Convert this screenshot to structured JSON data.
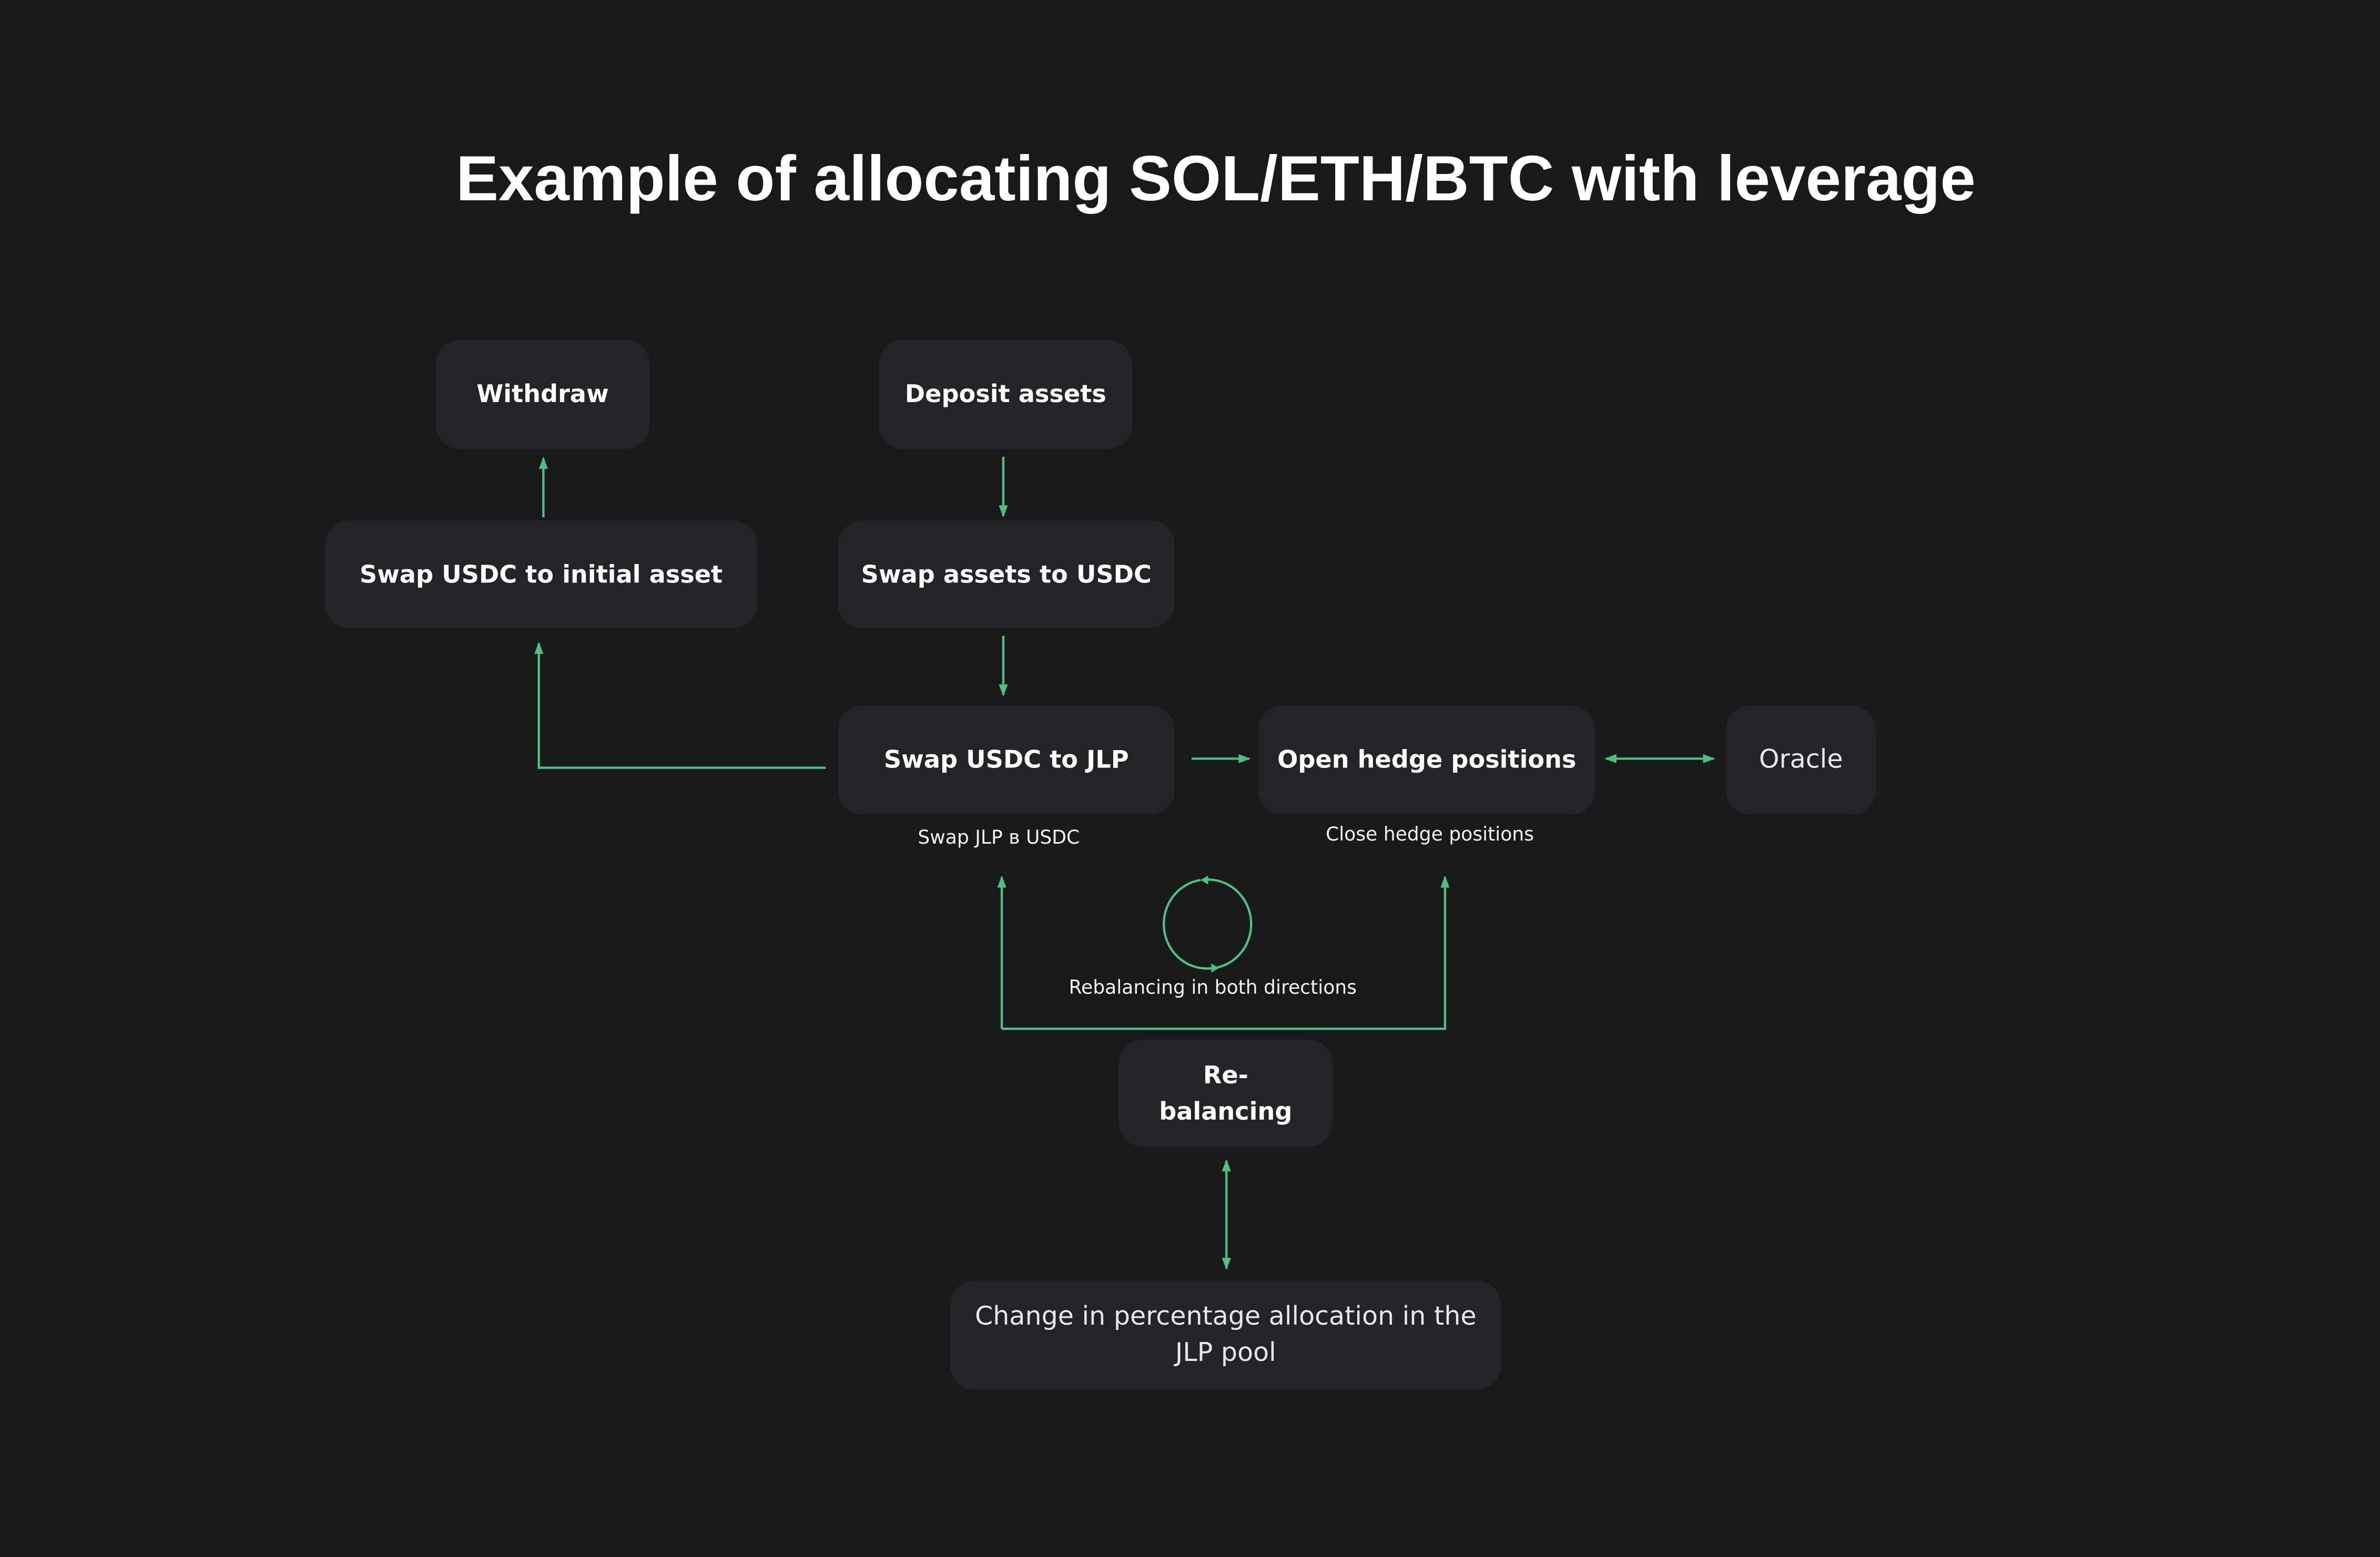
{
  "title": "Example of allocating SOL/ETH/BTC with leverage",
  "nodes": {
    "withdraw": "Withdraw",
    "deposit": "Deposit assets",
    "swap_initial": "Swap USDC to initial asset",
    "swap_assets": "Swap assets to USDC",
    "swap_jlp": "Swap USDC to JLP",
    "open_hedge": "Open hedge positions",
    "oracle": "Oracle",
    "rebalancing": "Re-balancing",
    "change_alloc": "Change in percentage allocation in the JLP pool"
  },
  "labels": {
    "swap_back": "Swap JLP в USDC",
    "close_hedge": "Close hedge positions",
    "both_dirs": "Rebalancing in both directions"
  },
  "colors": {
    "background": "#18191b",
    "node": "#232428",
    "connector": "#4fc07f"
  }
}
